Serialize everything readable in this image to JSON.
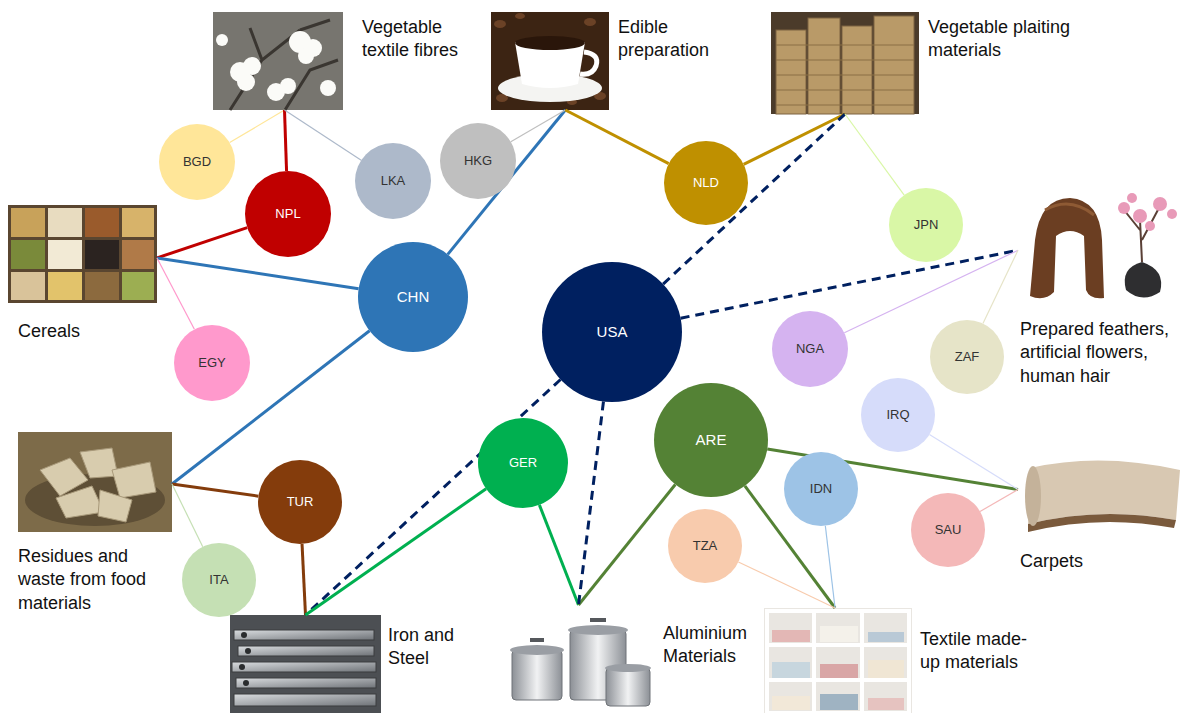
{
  "diagram": {
    "nodes": [
      {
        "text": [
          "Vegetable textile fibres"
        ]
      },
      {
        "text": [
          "Edible preparation"
        ]
      },
      {
        "text": [
          "Vegetable plaiting materials"
        ]
      },
      {
        "text": [
          "BGD"
        ]
      },
      {
        "text": [
          "NPL"
        ]
      },
      {
        "text": [
          "LKA"
        ]
      },
      {
        "text": [
          "HKG"
        ]
      },
      {
        "text": [
          "NLD"
        ]
      },
      {
        "text": [
          "JPN"
        ]
      },
      {
        "text": [
          "Cereals"
        ]
      },
      {
        "text": [
          "CHN"
        ]
      },
      {
        "text": [
          "USA"
        ]
      },
      {
        "text": [
          "Prepared feathers, artificial flowers, human hair"
        ]
      },
      {
        "text": [
          "EGY"
        ]
      },
      {
        "text": [
          "NGA"
        ]
      },
      {
        "text": [
          "ZAF"
        ]
      },
      {
        "text": [
          "IRQ"
        ]
      },
      {
        "text": [
          "ARE"
        ]
      },
      {
        "text": [
          "GER"
        ]
      },
      {
        "text": [
          "IDN"
        ]
      },
      {
        "text": [
          "Carpets"
        ]
      },
      {
        "text": [
          "SAU"
        ]
      },
      {
        "text": [
          "TZA"
        ]
      },
      {
        "text": [
          "Residues and waste from food materials"
        ]
      },
      {
        "text": [
          "TUR"
        ]
      },
      {
        "text": [
          "ITA"
        ]
      },
      {
        "text": [
          "Iron and Steel"
        ]
      },
      {
        "text": [
          "Aluminium Materials"
        ]
      },
      {
        "text": [
          "Textile made-up materials"
        ]
      }
    ],
    "edges": [
      {
        "from": 3,
        "to": 0,
        "arrow": "none"
      },
      {
        "from": 4,
        "to": 0,
        "arrow": "none"
      },
      {
        "from": 5,
        "to": 0,
        "arrow": "none"
      },
      {
        "from": 4,
        "to": 9,
        "arrow": "none"
      },
      {
        "from": 10,
        "to": 9,
        "arrow": "none"
      },
      {
        "from": 13,
        "to": 9,
        "arrow": "none"
      },
      {
        "from": 10,
        "to": 1,
        "arrow": "none"
      },
      {
        "from": 6,
        "to": 1,
        "arrow": "none"
      },
      {
        "from": 7,
        "to": 1,
        "arrow": "none"
      },
      {
        "from": 7,
        "to": 2,
        "arrow": "none"
      },
      {
        "from": 11,
        "to": 2,
        "arrow": "none"
      },
      {
        "from": 8,
        "to": 2,
        "arrow": "none"
      },
      {
        "from": 11,
        "to": 12,
        "arrow": "none"
      },
      {
        "from": 14,
        "to": 12,
        "arrow": "none"
      },
      {
        "from": 15,
        "to": 12,
        "arrow": "none"
      },
      {
        "from": 17,
        "to": 20,
        "arrow": "none"
      },
      {
        "from": 16,
        "to": 20,
        "arrow": "none"
      },
      {
        "from": 21,
        "to": 20,
        "arrow": "none"
      },
      {
        "from": 10,
        "to": 23,
        "arrow": "none"
      },
      {
        "from": 24,
        "to": 23,
        "arrow": "none"
      },
      {
        "from": 25,
        "to": 23,
        "arrow": "none"
      },
      {
        "from": 24,
        "to": 26,
        "arrow": "none"
      },
      {
        "from": 11,
        "to": 26,
        "arrow": "none"
      },
      {
        "from": 18,
        "to": 26,
        "arrow": "none"
      },
      {
        "from": 18,
        "to": 27,
        "arrow": "none"
      },
      {
        "from": 17,
        "to": 27,
        "arrow": "none"
      },
      {
        "from": 11,
        "to": 27,
        "arrow": "none"
      },
      {
        "from": 17,
        "to": 28,
        "arrow": "none"
      },
      {
        "from": 19,
        "to": 28,
        "arrow": "none"
      },
      {
        "from": 22,
        "to": 28,
        "arrow": "none"
      }
    ]
  }
}
